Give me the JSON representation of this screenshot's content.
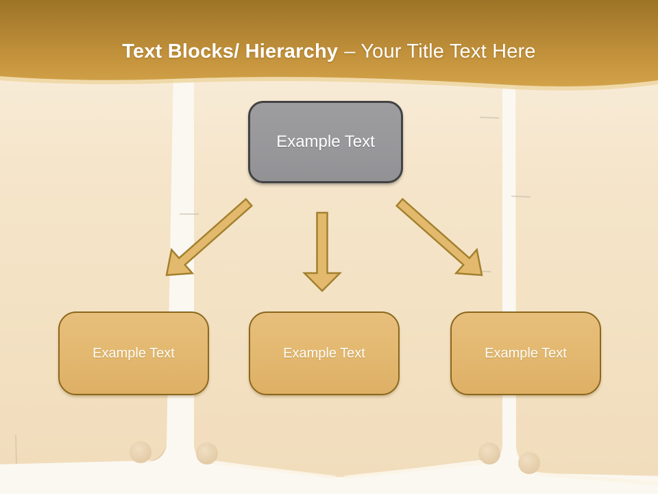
{
  "header": {
    "title_bold": "Text Blocks/ Hierarchy",
    "title_rest": "– Your Title Text Here"
  },
  "diagram": {
    "root": {
      "label": "Example Text"
    },
    "children": [
      {
        "label": "Example Text"
      },
      {
        "label": "Example Text"
      },
      {
        "label": "Example Text"
      }
    ]
  },
  "colors": {
    "header_gradient_top": "#9c7327",
    "header_gradient_bottom": "#d2a249",
    "header_underedge": "#eed7a4",
    "root_fill": "#98979a",
    "root_border": "#424244",
    "child_fill": "#e3b870",
    "child_border": "#8a671c",
    "arrow_fill": "#e3b96d",
    "arrow_stroke": "#a2802e",
    "background_base": "#fbf8f1",
    "parchment_panel": "#f5e4c8",
    "text": "#ffffff"
  }
}
